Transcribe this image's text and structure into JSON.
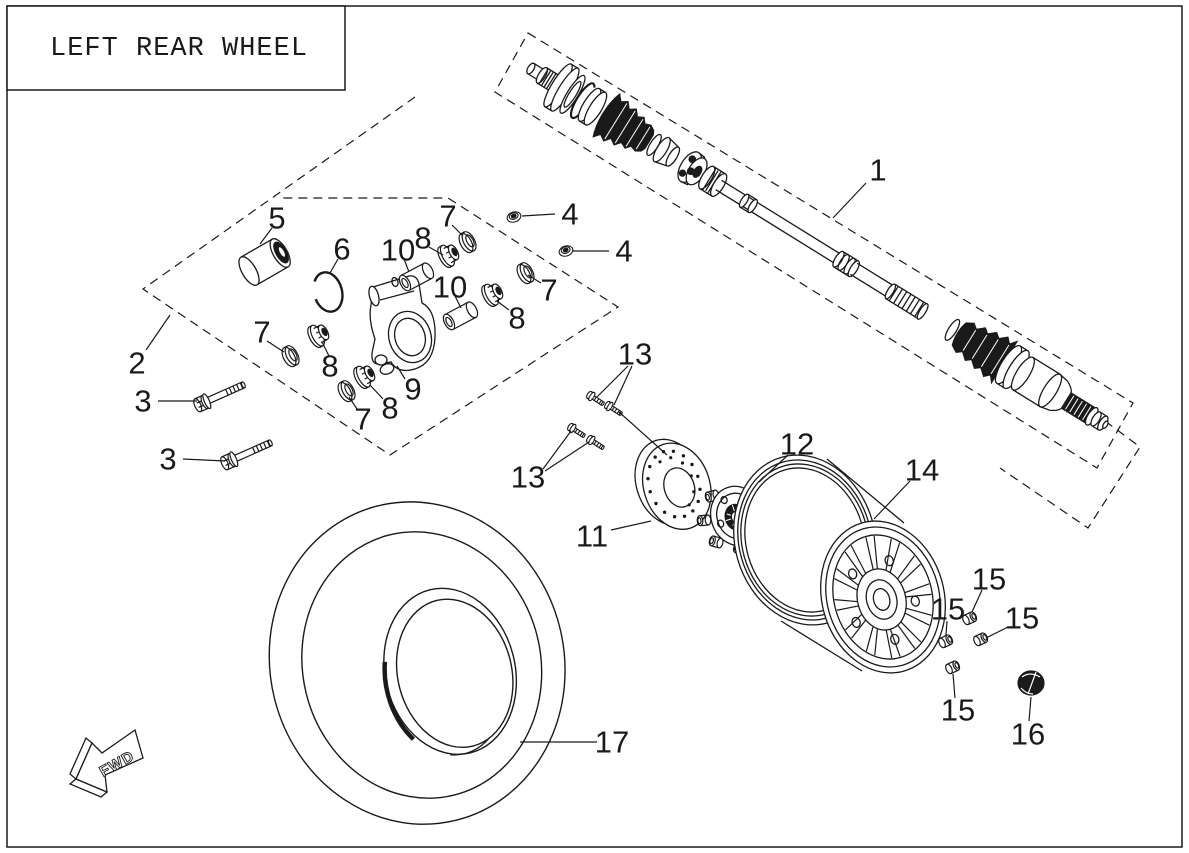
{
  "diagram": {
    "title": "LEFT REAR WHEEL",
    "direction_label": "FWD"
  },
  "colors": {
    "line": "#1a1a1a",
    "background": "#ffffff"
  },
  "callouts": [
    {
      "n": "1"
    },
    {
      "n": "2"
    },
    {
      "n": "3"
    },
    {
      "n": "3"
    },
    {
      "n": "4"
    },
    {
      "n": "4"
    },
    {
      "n": "5"
    },
    {
      "n": "6"
    },
    {
      "n": "7"
    },
    {
      "n": "7"
    },
    {
      "n": "7"
    },
    {
      "n": "7"
    },
    {
      "n": "8"
    },
    {
      "n": "8"
    },
    {
      "n": "8"
    },
    {
      "n": "8"
    },
    {
      "n": "9"
    },
    {
      "n": "10"
    },
    {
      "n": "10"
    },
    {
      "n": "11"
    },
    {
      "n": "12"
    },
    {
      "n": "13"
    },
    {
      "n": "13"
    },
    {
      "n": "14"
    },
    {
      "n": "15"
    },
    {
      "n": "15"
    },
    {
      "n": "15"
    },
    {
      "n": "15"
    },
    {
      "n": "16"
    },
    {
      "n": "17"
    }
  ]
}
